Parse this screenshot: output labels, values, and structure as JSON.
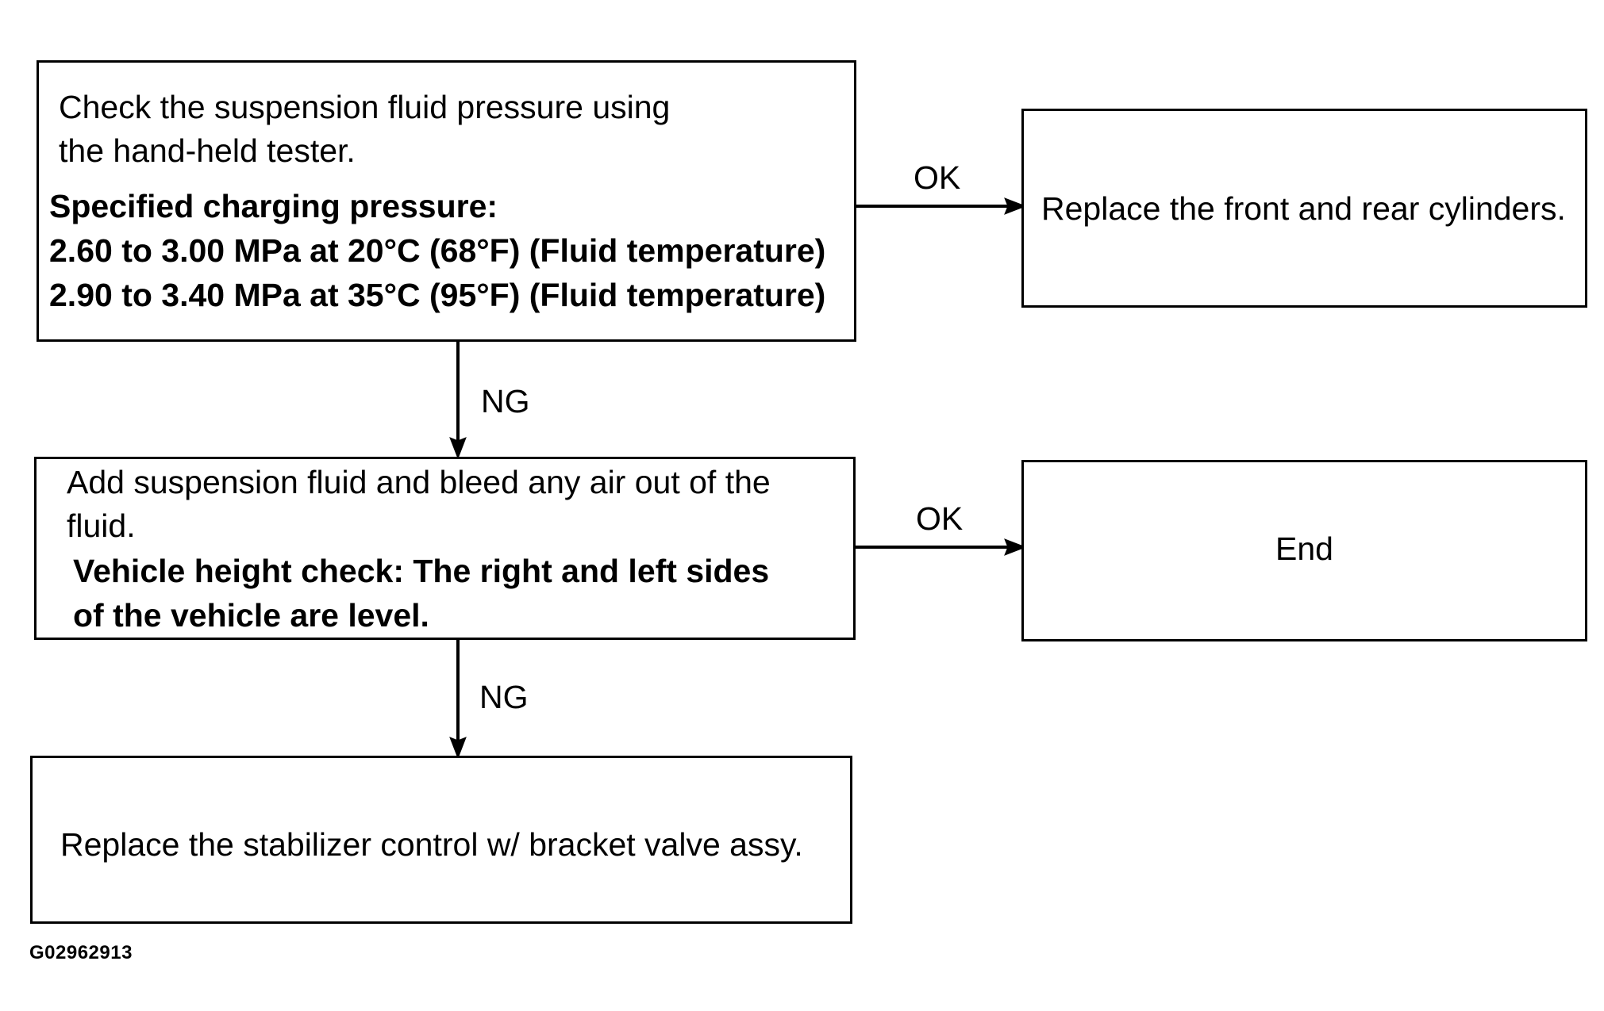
{
  "step1": {
    "line1": "Check the suspension fluid pressure using",
    "line2": "the hand-held tester.",
    "spec_title": "Specified charging pressure:",
    "spec_line1": "2.60 to 3.00 MPa at 20°C (68°F) (Fluid temperature)",
    "spec_line2": "2.90 to 3.40 MPa at 35°C (95°F) (Fluid temperature)"
  },
  "result1": {
    "text": "Replace the front and rear cylinders."
  },
  "step2": {
    "line1": "Add suspension fluid and bleed any air out of the",
    "line2": "fluid.",
    "check_line1": "Vehicle height check: The right and left sides",
    "check_line2": "of the vehicle are level."
  },
  "result2": {
    "text": "End"
  },
  "step3": {
    "text": "Replace the stabilizer control w/ bracket valve assy."
  },
  "edges": {
    "ok1": "OK",
    "ng1": "NG",
    "ok2": "OK",
    "ng2": "NG"
  },
  "figure_id": "G02962913"
}
